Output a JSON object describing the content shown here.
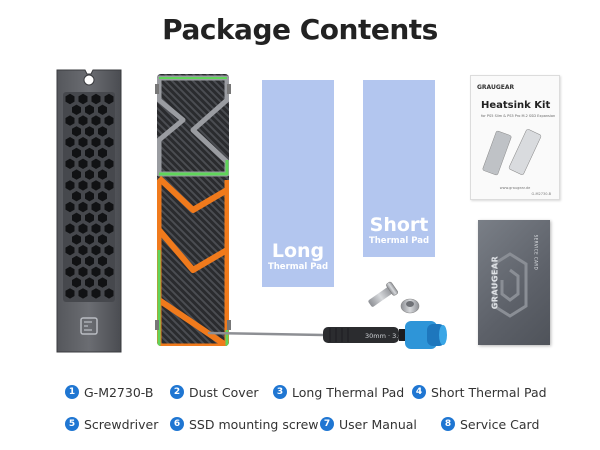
{
  "title": "Package Contents",
  "pads": {
    "long": {
      "big": "Long",
      "small": "Thermal Pad"
    },
    "short": {
      "big": "Short",
      "small": "Thermal Pad"
    }
  },
  "manual": {
    "brand": "GRAUGEAR",
    "title": "Heatsink Kit",
    "subtitle": "for PS5 Slim & PS5 Pro M.2 SSD Expansion",
    "footer": "www.graugear.de",
    "code": "G-M2730-B"
  },
  "card": {
    "brand": "GRAUGEAR",
    "label": "SERVICE CARD"
  },
  "screwdriver": {
    "marking": "30mm · 3.0"
  },
  "items": [
    {
      "num": "1",
      "label": "G-M2730-B"
    },
    {
      "num": "2",
      "label": "Dust Cover"
    },
    {
      "num": "3",
      "label": "Long Thermal Pad"
    },
    {
      "num": "4",
      "label": "Short Thermal Pad"
    },
    {
      "num": "5",
      "label": "Screwdriver"
    },
    {
      "num": "6",
      "label": "SSD mounting screw"
    },
    {
      "num": "7",
      "label": "User Manual"
    },
    {
      "num": "8",
      "label": "Service Card"
    }
  ],
  "colors": {
    "accent_blue": "#1f76d2",
    "pad_blue": "#b3c6ef",
    "heatsink_green": "#5fd45a",
    "heatsink_orange": "#f07a1c",
    "metal_dark": "#3e4045"
  }
}
